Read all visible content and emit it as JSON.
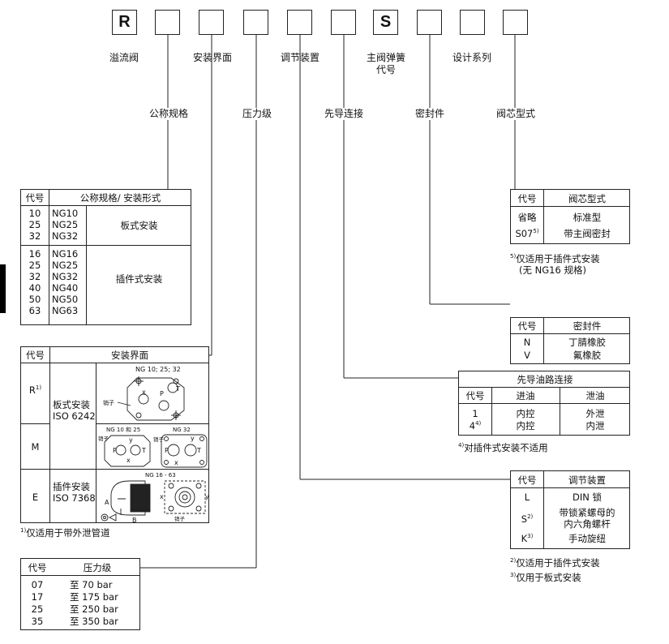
{
  "code_boxes": [
    "R",
    "",
    "",
    "",
    "",
    "",
    "S",
    "",
    "",
    ""
  ],
  "top_labels": {
    "relief_valve": "溢流阀",
    "mounting": "安装界面",
    "adjust": "调节装置",
    "spring_l1": "主阀弹簧",
    "spring_l2": "代号",
    "series": "设计系列"
  },
  "mid_labels": {
    "size": "公称规格",
    "pressure": "压力级",
    "pilot": "先导连接",
    "seal": "密封件",
    "spool": "阀芯型式"
  },
  "size_table": {
    "h_code": "代号",
    "h_desc": "公称规格/ 安装形式",
    "group1_codes": [
      "10",
      "25",
      "32"
    ],
    "group1_ng": [
      "NG10",
      "NG25",
      "NG32"
    ],
    "group1_type": "板式安装",
    "group2_codes": [
      "16",
      "25",
      "32",
      "40",
      "50",
      "63"
    ],
    "group2_ng": [
      "NG16",
      "NG25",
      "NG32",
      "NG40",
      "NG50",
      "NG63"
    ],
    "group2_type": "插件式安装"
  },
  "mount_table": {
    "h_code": "代号",
    "h_desc": "安装界面",
    "r_code": "R",
    "r_sup": "1)",
    "plate_l1": "板式安装",
    "plate_l2": "ISO 6242",
    "m_code": "M",
    "e_code": "E",
    "cart_l1": "插件安装",
    "cart_l2": "ISO 7368",
    "fig_r_title": "NG 10; 25; 32",
    "fig_m_title_a": "NG 10 和 25",
    "fig_m_title_b": "NG 32",
    "fig_e_title": "NG 16 - 63",
    "pin": "销子",
    "port_p": "P",
    "port_t": "T",
    "port_x": "x",
    "port_y": "y",
    "port_a": "A",
    "port_b": "B"
  },
  "note_1": "仅适用于带外泄管道",
  "note_1_sup": "1)",
  "pressure_table": {
    "h_code": "代号",
    "h_desc": "压力级",
    "codes": [
      "07",
      "17",
      "25",
      "35"
    ],
    "values": [
      "至 70 bar",
      "至 175 bar",
      "至 250 bar",
      "至 350 bar"
    ]
  },
  "spool_table": {
    "h_code": "代号",
    "h_desc": "阀芯型式",
    "r1_code": "省略",
    "r1_desc": "标准型",
    "r2_code": "S07",
    "r2_sup": "5)",
    "r2_desc": "带主阀密封"
  },
  "note_5_sup": "5)",
  "note_5_l1": "仅适用于插件式安装",
  "note_5_l2": "(无 NG16 规格)",
  "seal_table": {
    "h_code": "代号",
    "h_desc": "密封件",
    "codes": [
      "N",
      "V"
    ],
    "descs": [
      "丁腈橡胶",
      "氟橡胶"
    ]
  },
  "pilot_table": {
    "title": "先导油路连接",
    "h_code": "代号",
    "h_in": "进油",
    "h_out": "泄油",
    "codes": [
      "1",
      "4"
    ],
    "code2_sup": "4)",
    "ins": [
      "内控",
      "内控"
    ],
    "outs": [
      "外泄",
      "内泄"
    ]
  },
  "note_4_sup": "4)",
  "note_4": "对插件式安装不适用",
  "adjust_table": {
    "h_code": "代号",
    "h_desc": "调节装置",
    "r1_code": "L",
    "r1_desc": "DIN 锁",
    "r2_code": "S",
    "r2_sup": "2)",
    "r2_desc_l1": "带锁紧螺母的",
    "r2_desc_l2": "内六角螺杆",
    "r3_code": "K",
    "r3_sup": "3)",
    "r3_desc": "手动旋纽"
  },
  "note_2_sup": "2)",
  "note_2": "仅适用于插件式安装",
  "note_3_sup": "3)",
  "note_3": "仅用于板式安装"
}
